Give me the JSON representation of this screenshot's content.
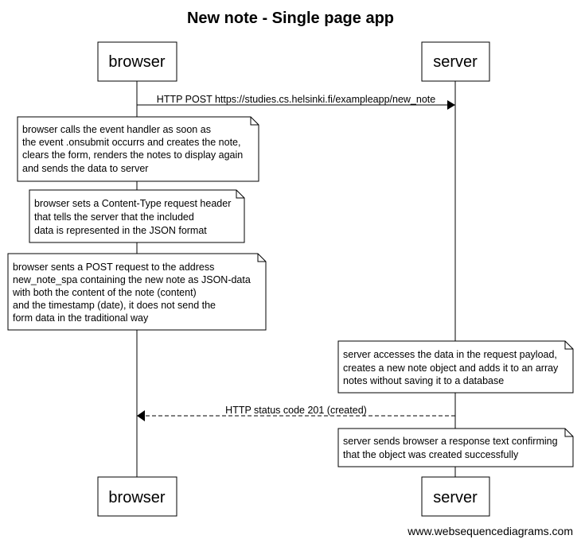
{
  "title": "New note - Single page app",
  "participants": {
    "browser": "browser",
    "server": "server"
  },
  "messages": [
    {
      "label": "HTTP POST https://studies.cs.helsinki.fi/exampleapp/new_note",
      "from": "browser",
      "to": "server",
      "style": "solid"
    },
    {
      "label": "HTTP status code 201 (created)",
      "from": "server",
      "to": "browser",
      "style": "dashed"
    }
  ],
  "notes": [
    {
      "over": "browser",
      "lines": [
        "browser calls the event handler as soon as",
        "the event .onsubmit occurrs and creates the note,",
        "clears the form, renders the notes to display again",
        "and sends the data to server"
      ]
    },
    {
      "over": "browser",
      "lines": [
        "browser sets a Content-Type request header",
        "that tells the server that the included",
        "data is represented in the JSON format"
      ]
    },
    {
      "over": "browser",
      "lines": [
        "browser sents a POST request to the address",
        "new_note_spa containing the new note as JSON-data",
        "with both the content of the note (content)",
        "and the timestamp (date), it does not send the",
        "form data in the traditional way"
      ]
    },
    {
      "over": "server",
      "lines": [
        "server accesses the data in the request payload,",
        "creates a new note object and adds it to an array",
        "notes without saving it to a database"
      ]
    },
    {
      "over": "server",
      "lines": [
        "server sends browser a response text confirming",
        "that the object was created successfully"
      ]
    }
  ],
  "watermark": "www.websequencediagrams.com"
}
